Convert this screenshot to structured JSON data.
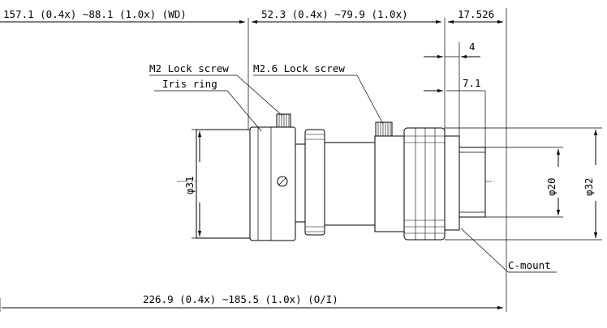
{
  "dimensions": {
    "wd": "157.1 (0.4x) ~88.1 (1.0x) (WD)",
    "length": "52.3 (0.4x) ~79.9 (1.0x)",
    "flange": "17.526",
    "d4": "4",
    "d71": "7.1",
    "phi31": "φ31",
    "phi20": "φ20",
    "phi32": "φ32",
    "oi": "226.9 (0.4x) ~185.5 (1.0x) (O/I)"
  },
  "labels": {
    "m2_lock_screw": "M2 Lock screw",
    "iris_ring": "Iris ring",
    "m26_lock_screw": "M2.6 Lock screw",
    "c_mount": "C-mount"
  }
}
